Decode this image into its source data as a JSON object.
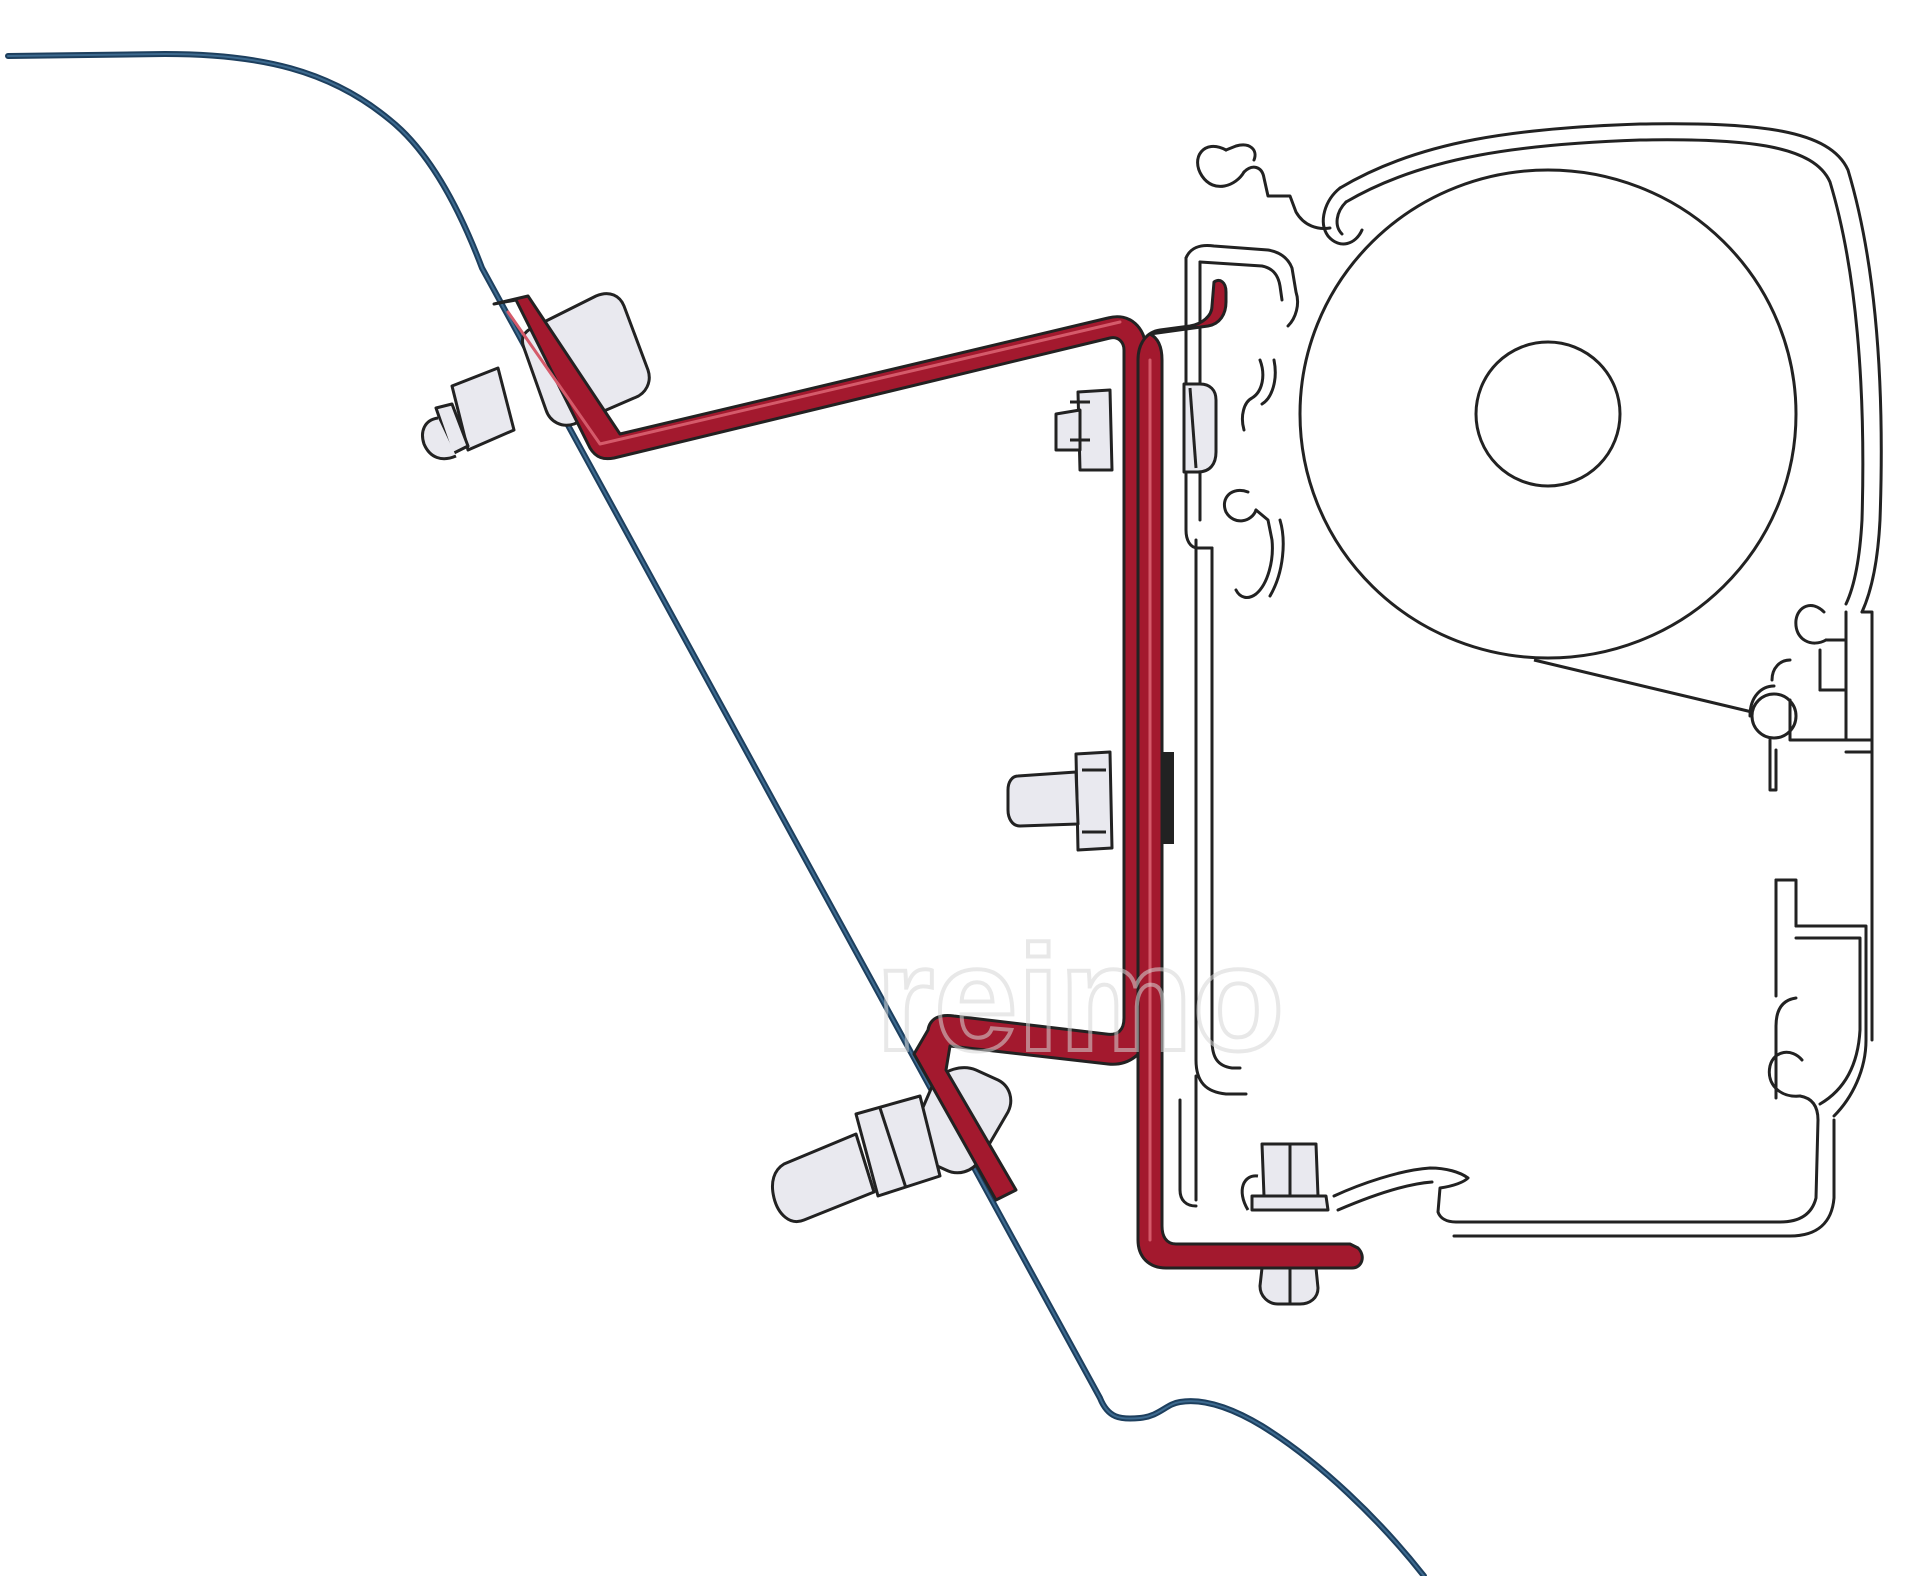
{
  "diagram": {
    "watermark_text": "reimo",
    "colors": {
      "background": "#ffffff",
      "vehicle_wall": "#1d3f5e",
      "adapter_bracket": "#a3192e",
      "outline": "#222222",
      "bolt_fill": "#e9e9ef",
      "watermark": "#dcdcdc"
    },
    "parts": [
      "vehicle-wall-profile",
      "upper-wall-bolt",
      "lower-wall-bolt",
      "adapter-bracket",
      "awning-mount-bolt-top",
      "awning-mount-bolt-middle",
      "awning-mount-bolt-bottom",
      "awning-cassette-housing",
      "awning-fabric-roller"
    ]
  }
}
